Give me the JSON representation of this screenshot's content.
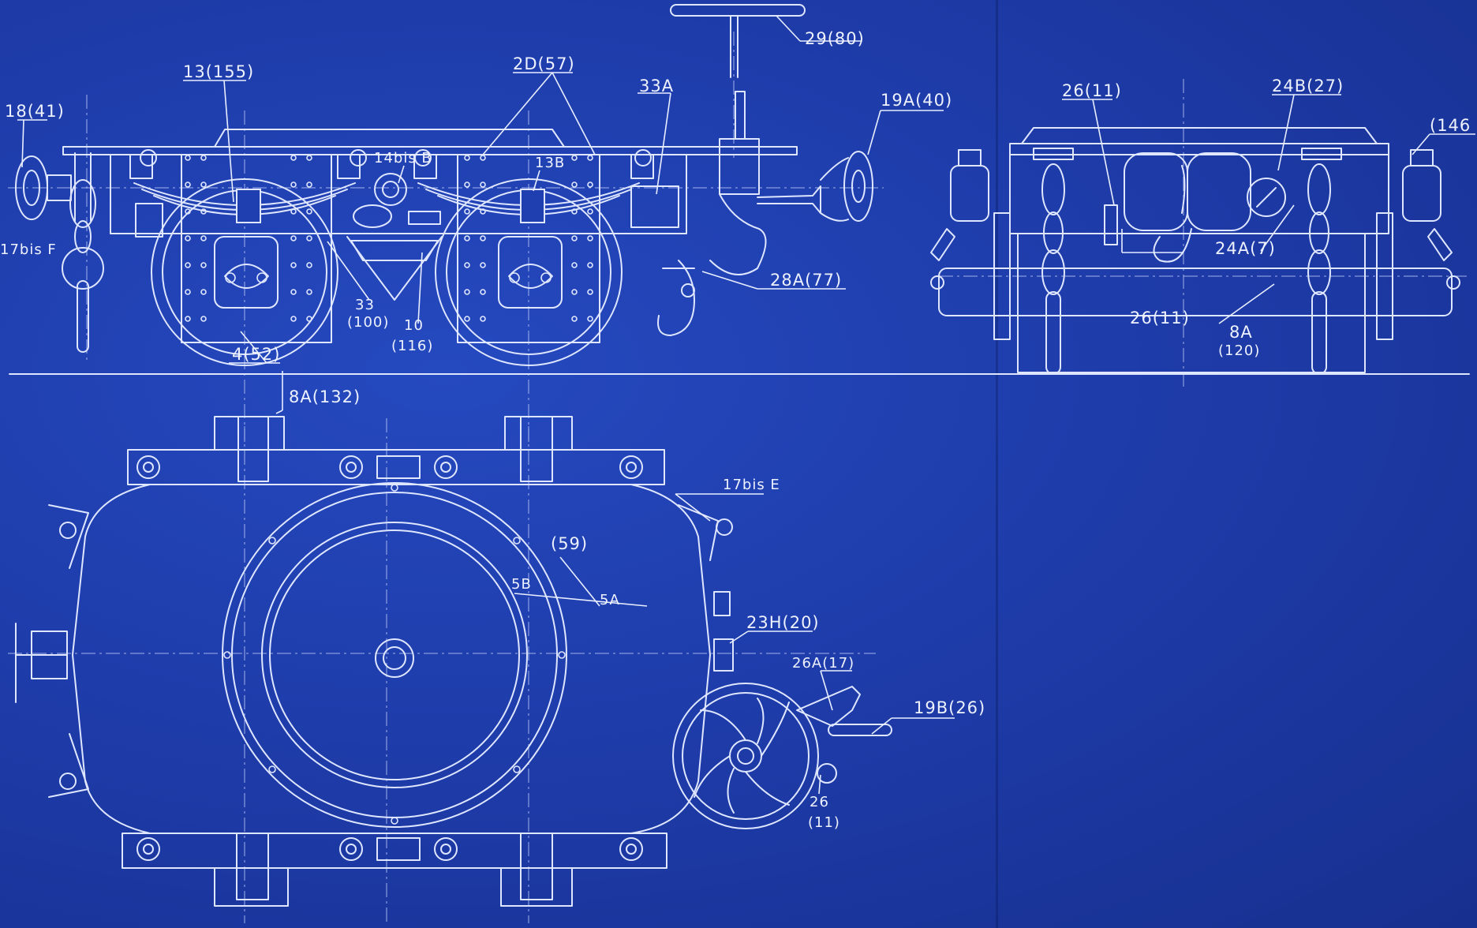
{
  "colors": {
    "paper": "#1f3fb0",
    "ink": "#dfe6ff"
  },
  "callouts": {
    "c18_41": "18(41)",
    "c13_155": "13(155)",
    "c2D_57": "2D(57)",
    "c33A": "33A",
    "c29_80": "29(80)",
    "c19A_40": "19A(40)",
    "c14bis_B": "14bis B",
    "c13B": "13B",
    "c17bis_F": "17bis F",
    "c28A_77": "28A(77)",
    "c33": "33",
    "c100": "(100)",
    "c10": "10",
    "c116": "(116)",
    "c4_52": "4(52)",
    "c8A_132": "8A(132)",
    "c26_11_top": "26(11)",
    "c24B_27": "24B(27)",
    "c146": "(146",
    "c24A_7": "24A(7)",
    "c26_11_mid": "26(11)",
    "c8A": "8A",
    "c120": "(120)",
    "c17bis_E": "17bis E",
    "c59": "(59)",
    "c5B": "5B",
    "c5A": "5A",
    "c23H_20": "23H(20)",
    "c26A_17": "26A(17)",
    "c19B_26": "19B(26)",
    "c26": "26",
    "c11": "(11)"
  }
}
